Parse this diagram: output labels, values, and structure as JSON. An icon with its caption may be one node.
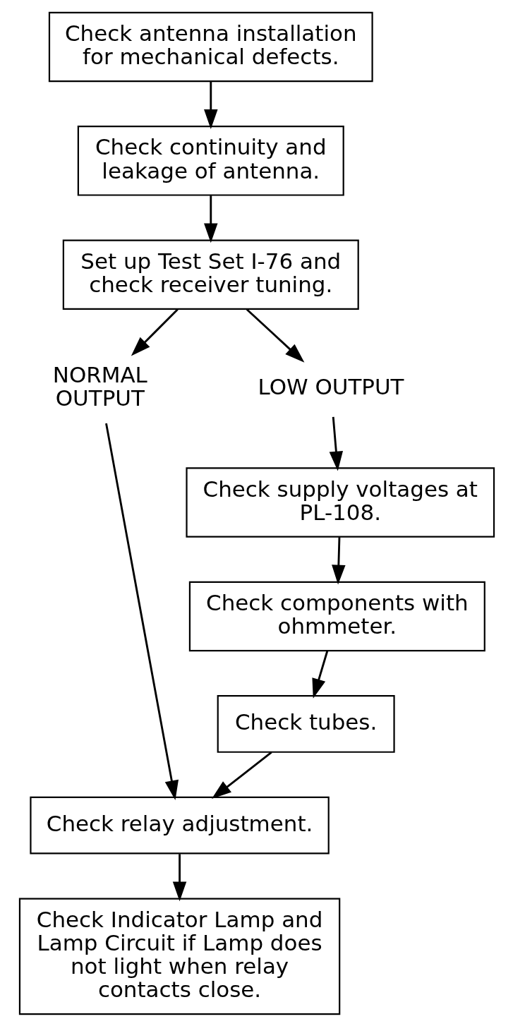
{
  "diagram": {
    "nodes": [
      {
        "text": [
          "Check antenna installation for mechanical defects."
        ]
      },
      {
        "text": [
          "Check continuity and leakage of antenna."
        ]
      },
      {
        "text": [
          "Set up Test Set I-76 and check receiver tuning."
        ]
      },
      {
        "text": [
          "NORMAL OUTPUT"
        ]
      },
      {
        "text": [
          "LOW OUTPUT"
        ]
      },
      {
        "text": [
          "Check supply voltages at PL-108."
        ]
      },
      {
        "text": [
          "Check components with ohmmeter."
        ]
      },
      {
        "text": [
          "Check tubes."
        ]
      },
      {
        "text": [
          "Check relay adjustment."
        ]
      },
      {
        "text": [
          "Check Indicator Lamp and Lamp Circuit if Lamp does not light when relay contacts close."
        ]
      }
    ],
    "edges": [
      {
        "from": 0,
        "to": 1,
        "arrow": "to"
      },
      {
        "from": 1,
        "to": 2,
        "arrow": "to"
      },
      {
        "from": 2,
        "to": 3,
        "arrow": "to"
      },
      {
        "from": 2,
        "to": 4,
        "arrow": "to"
      },
      {
        "from": 4,
        "to": 5,
        "arrow": "to"
      },
      {
        "from": 5,
        "to": 6,
        "arrow": "to"
      },
      {
        "from": 6,
        "to": 7,
        "arrow": "to"
      },
      {
        "from": 7,
        "to": 8,
        "arrow": "to"
      },
      {
        "from": 3,
        "to": 8,
        "arrow": "to"
      },
      {
        "from": 8,
        "to": 9,
        "arrow": "to"
      }
    ]
  }
}
